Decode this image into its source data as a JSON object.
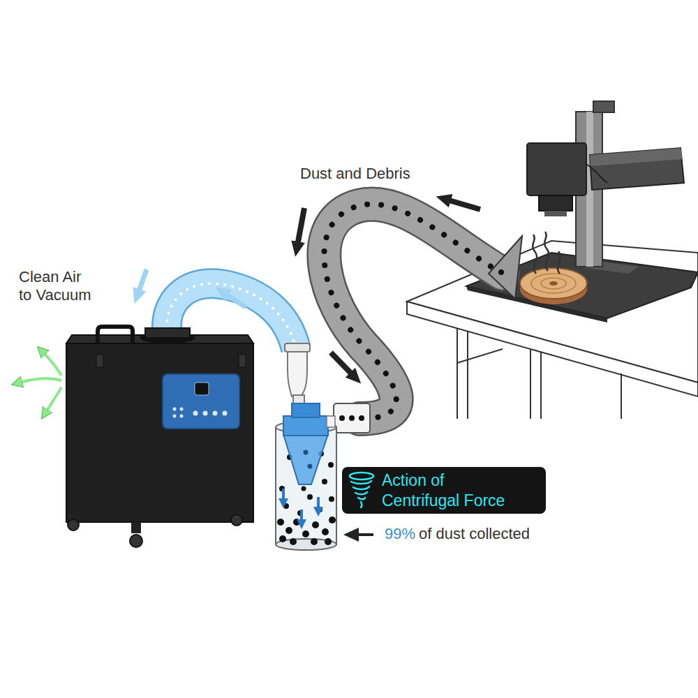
{
  "diagram": {
    "nodes": [
      {
        "text": [
          "Action of Centrifugal Force"
        ]
      }
    ],
    "labels": [
      "Dust and Debris",
      "Clean Air to Vacuum",
      "99%",
      "of dust collected"
    ]
  }
}
